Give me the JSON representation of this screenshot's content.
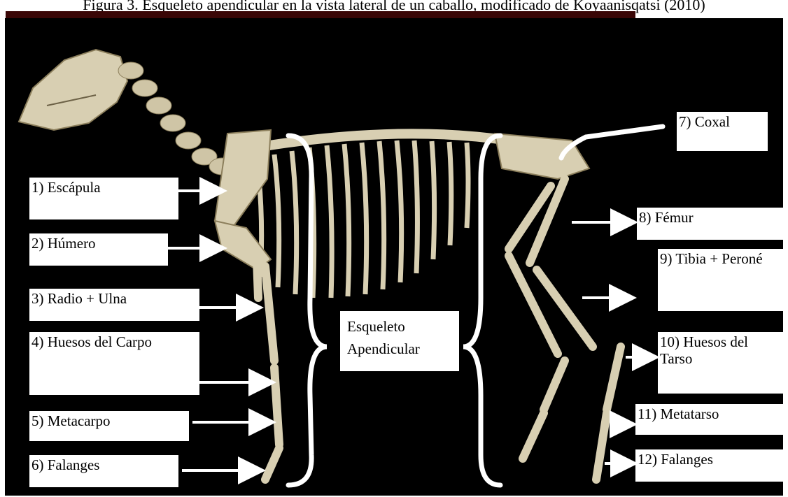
{
  "caption": "Figura 3. Esqueleto apendicular en la vista lateral de un caballo, modificado de Koyaanisqatsi (2010)",
  "center_label": {
    "line1": "Esqueleto",
    "line2": "Apendicular"
  },
  "labels_left": [
    {
      "text": "1) Escápula"
    },
    {
      "text": "2) Húmero"
    },
    {
      "text": "3) Radio + Ulna"
    },
    {
      "text": "4) Huesos del Carpo"
    },
    {
      "text": "5) Metacarpo"
    },
    {
      "text": "6) Falanges"
    }
  ],
  "labels_right": [
    {
      "text": "7) Coxal"
    },
    {
      "text": "8) Fémur"
    },
    {
      "text": "9) Tibia + Peroné"
    },
    {
      "text": "10) Huesos del Tarso"
    },
    {
      "text": "11) Metatarso"
    },
    {
      "text": "12) Falanges"
    }
  ],
  "colors": {
    "background": "#000000",
    "bone": "#d8cfb2",
    "arrow": "#ffffff",
    "label_box": "#ffffff",
    "caption_band": "#3a0606"
  }
}
